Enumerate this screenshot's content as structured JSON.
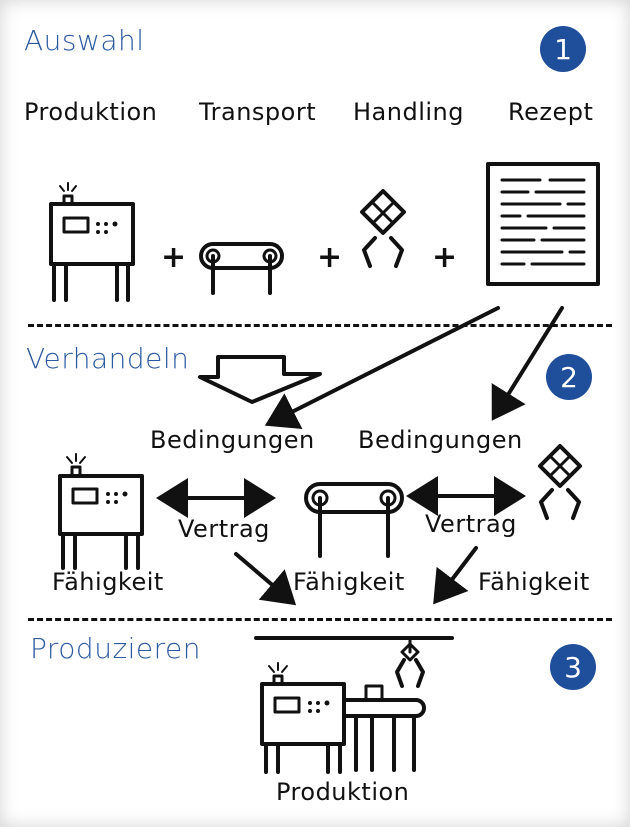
{
  "sections": [
    {
      "title": "Auswahl",
      "number": "1"
    },
    {
      "title": "Verhandeln",
      "number": "2"
    },
    {
      "title": "Produzieren",
      "number": "3"
    }
  ],
  "selection_labels": [
    "Produktion",
    "Transport",
    "Handling",
    "Rezept"
  ],
  "plus_sign": "+",
  "conditions_labels": [
    "Bedingungen",
    "Bedingungen"
  ],
  "contract_labels": [
    "Vertrag",
    "Vertrag"
  ],
  "capability_labels": [
    "Fähigkeit",
    "Fähigkeit",
    "Fähigkeit"
  ],
  "result_label": "Produktion",
  "colors": {
    "accent": "#2c5aa0",
    "badge": "#1f4e9a",
    "ink": "#111111"
  }
}
